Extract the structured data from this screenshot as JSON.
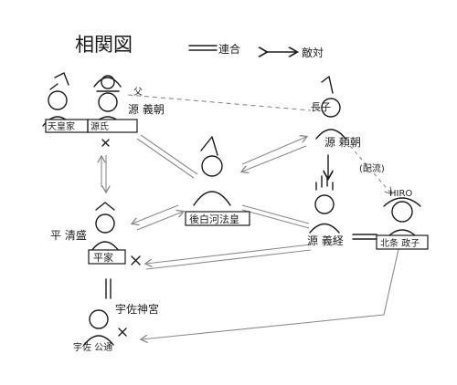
{
  "title": "相関図",
  "legend": {
    "alliance": "連合",
    "hostile": "敵対"
  },
  "people": {
    "tennou": "天皇家",
    "genji": "源氏",
    "yoshitomo": "源 義朝",
    "kiyomori": "平 清盛",
    "heike": "平家",
    "goshirakawa": "後白河法皇",
    "yoritomo": "源 頼朝",
    "yoshitsune": "源 義経",
    "hiro_tag": "HIRO",
    "masako": "北条 政子",
    "usa_jingu": "宇佐神宮",
    "kinmichi": "宇佐 公通"
  },
  "relations": {
    "father": "父",
    "eldest_son": "長子",
    "exile": "(配流)"
  }
}
